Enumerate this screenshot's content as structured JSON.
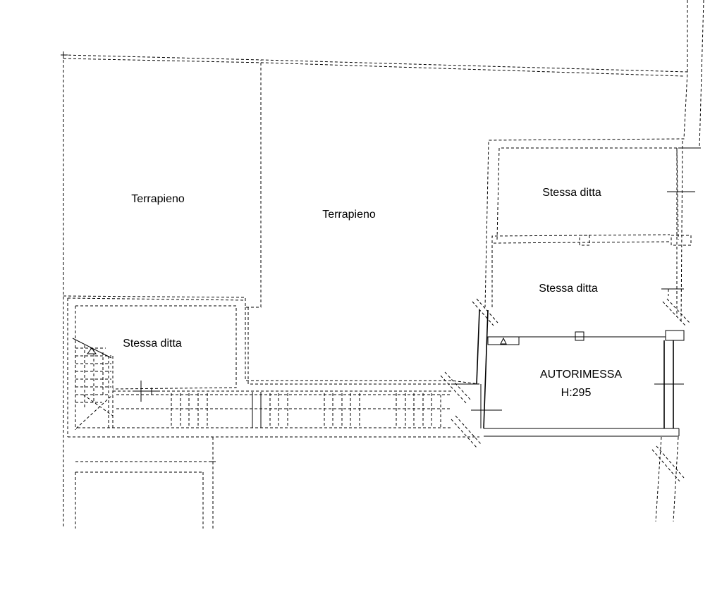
{
  "rooms": {
    "terrapieno_left": "Terrapieno",
    "terrapieno_center": "Terrapieno",
    "stessa_ditta_top_right": "Stessa ditta",
    "stessa_ditta_mid_right": "Stessa ditta",
    "stessa_ditta_left": "Stessa ditta",
    "autorimessa": "AUTORIMESSA",
    "autorimessa_height": "H:295"
  }
}
